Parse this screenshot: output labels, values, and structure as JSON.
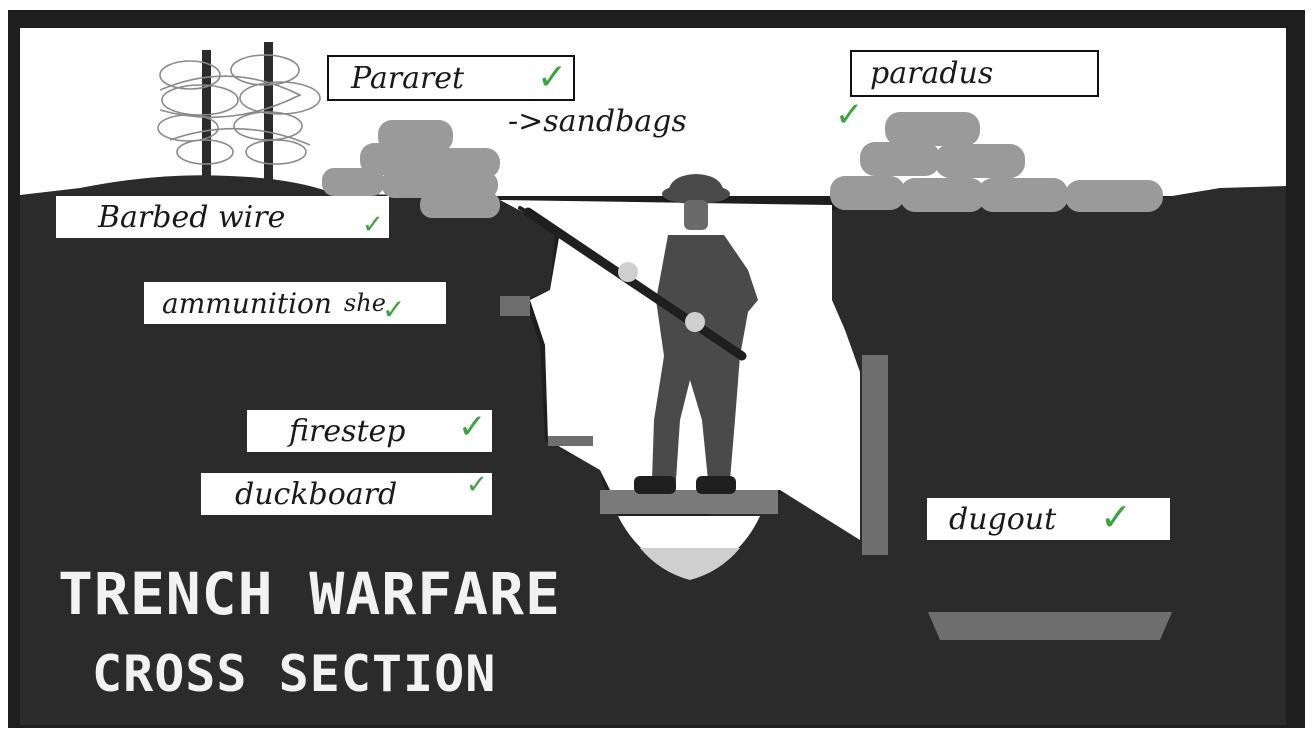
{
  "title": {
    "line1": "TRENCH WARFARE",
    "line2": "CROSS SECTION"
  },
  "labels": {
    "parapet": "Pararet",
    "parados": "paradus",
    "sandbags": "->sandbags",
    "barbed_wire": "Barbed wire",
    "ammunition": "ammunition",
    "ammunition_extra": "she",
    "firestep": "firestep",
    "duckboard": "duckboard",
    "dugout": "dugout"
  },
  "check_mark": "✓",
  "colors": {
    "ground": "#2b2b2b",
    "sandbag": "#9a9a9a",
    "soldier": "#4a4a4a",
    "check": "#3aa53a",
    "frame": "#1e1e1e"
  }
}
